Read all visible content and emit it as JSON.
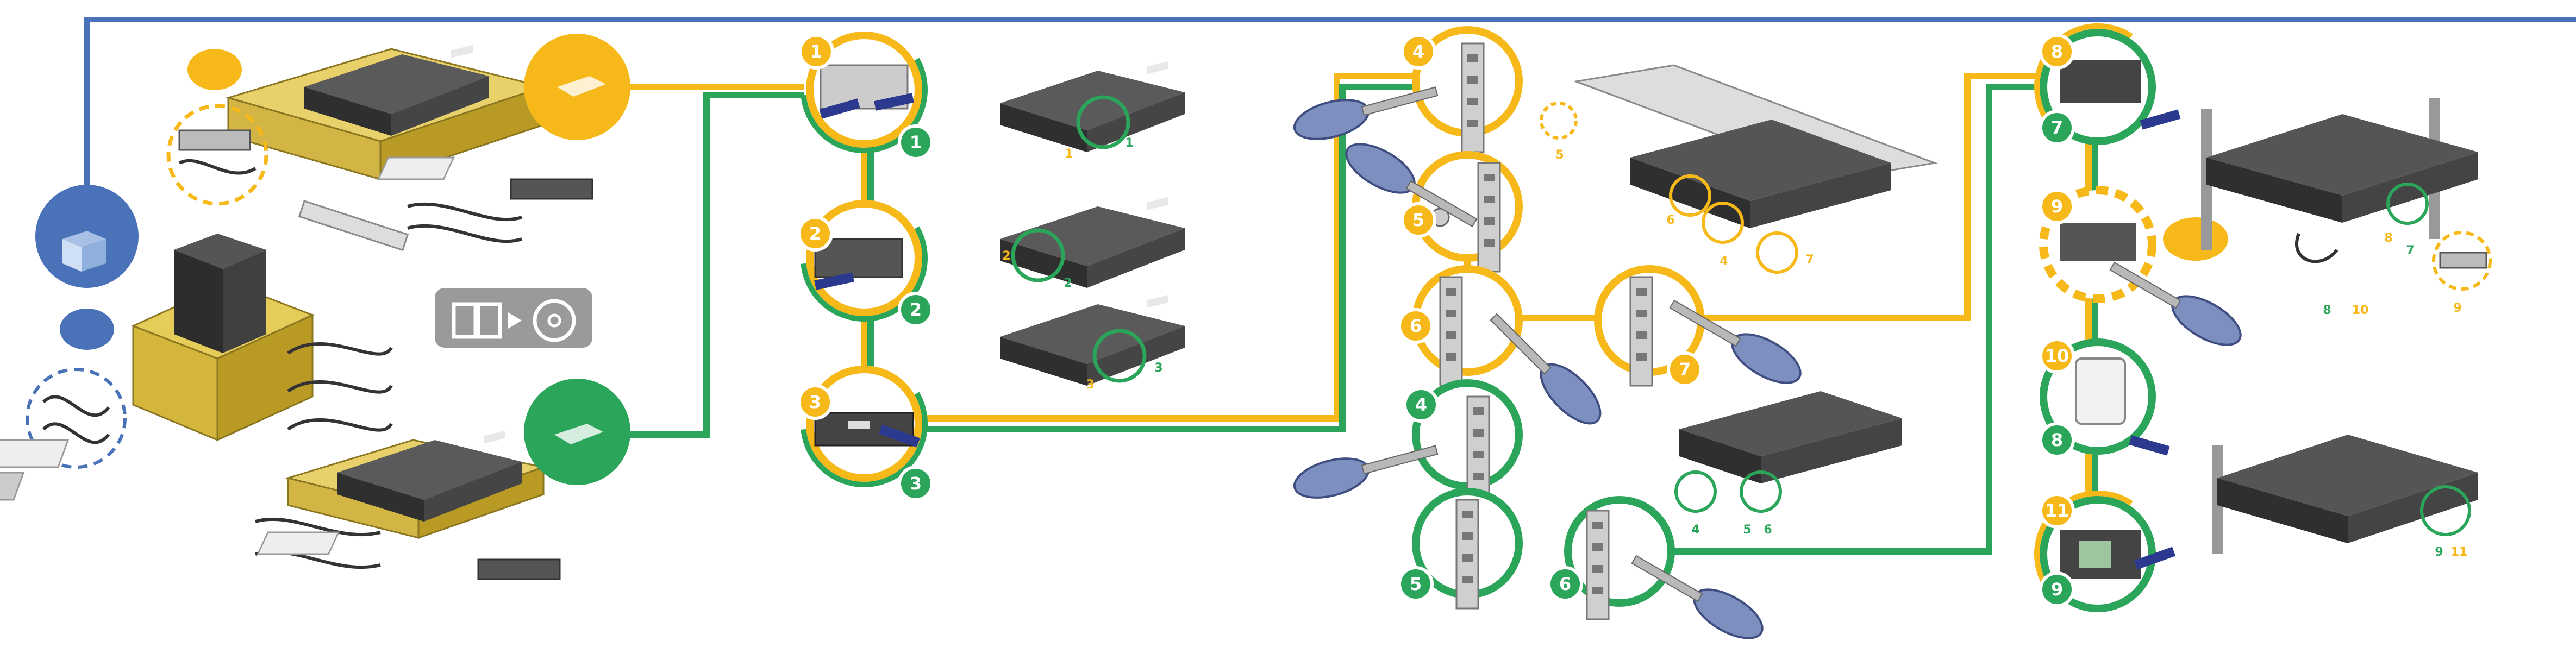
{
  "colors": {
    "blue": "#4a72b8",
    "yellow": "#f6b919",
    "green": "#2aa55a",
    "navy": "#2b3a8f",
    "device": "#3c3c3c",
    "box": "#d7b84a",
    "grey_panel": "#9a9a9a",
    "screwdriver": "#7d8fbf"
  },
  "icons": {
    "tower_box": "box-icon",
    "manual_to_cd": "manual-to-cd-icon"
  },
  "yellow_steps": {
    "s1": "1",
    "s2": "2",
    "s3": "3",
    "s4": "4",
    "s5": "5",
    "s6": "6",
    "s7": "7",
    "s8": "8",
    "s9": "9",
    "s10": "10",
    "s11": "11"
  },
  "green_steps": {
    "s1": "1",
    "s2": "2",
    "s3": "3",
    "s4": "4",
    "s5": "5",
    "s6": "6",
    "s7": "7",
    "s8": "8",
    "s9": "9"
  },
  "callouts": {
    "ups1_y": "1",
    "ups1_g": "1",
    "ups2_y": "2",
    "ups2_g": "2",
    "ups3_y": "3",
    "ups3_g": "3",
    "rackA_5": "5",
    "rackA_6": "6",
    "rackA_4": "4",
    "rackA_7": "7",
    "rackB_4": "4",
    "rackB_5": "5",
    "rackB_6": "6",
    "rackC_8": "8",
    "rackC_7": "7",
    "rackC_g8": "8",
    "rackC_10": "10",
    "rackC_9": "9",
    "rackD_9": "9",
    "rackD_11": "11"
  }
}
